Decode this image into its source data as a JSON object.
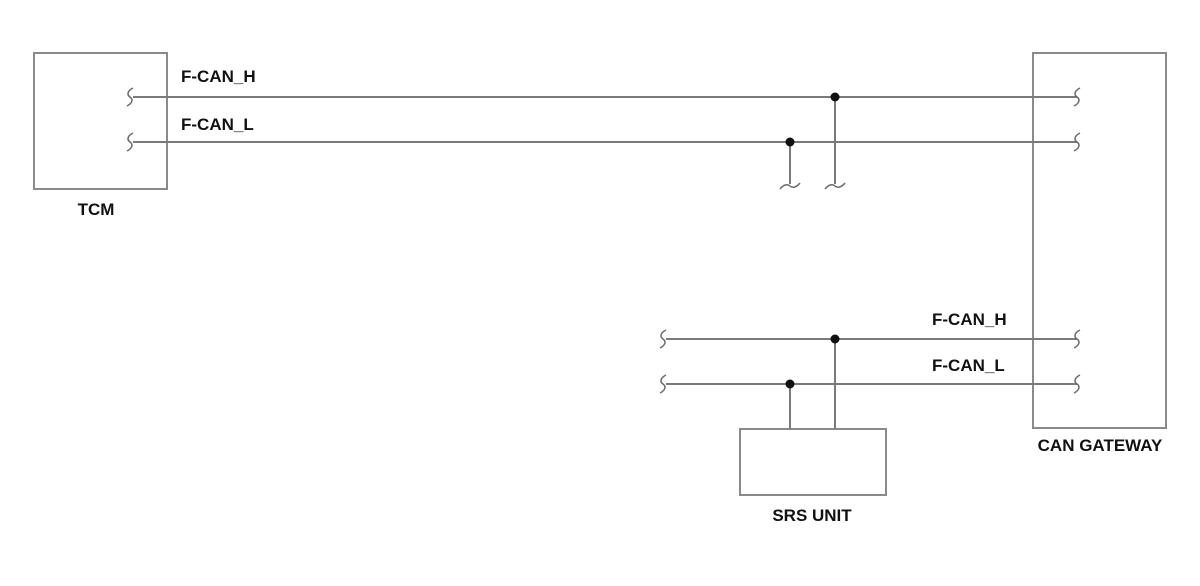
{
  "components": {
    "tcm": "TCM",
    "can_gateway": "CAN GATEWAY",
    "srs_unit": "SRS UNIT"
  },
  "wires": {
    "top_h": "F-CAN_H",
    "top_l": "F-CAN_L",
    "bottom_h": "F-CAN_H",
    "bottom_l": "F-CAN_L"
  },
  "colors": {
    "box_stroke": "#8a8a8a",
    "wire": "#7a7a7a",
    "node": "#111111",
    "text": "#111111"
  }
}
